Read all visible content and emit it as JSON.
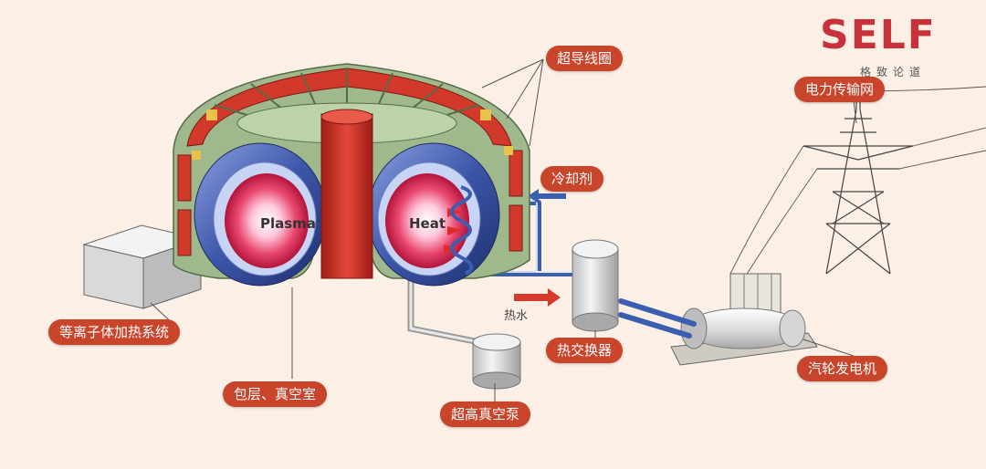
{
  "brand": {
    "logo": "SELF",
    "slogan": "格致论道",
    "accent": "#c8323a"
  },
  "labels": {
    "superconducting_coil": "超导线圈",
    "power_grid": "电力传输网",
    "coolant": "冷却剂",
    "plasma_heating": "等离子体加热系统",
    "blanket_vacuum": "包层、真空室",
    "vacuum_pump": "超高真空泵",
    "heat_exchanger": "热交换器",
    "turbine_generator": "汽轮发电机"
  },
  "diagram_text": {
    "plasma": "Plasma",
    "heat": "Heat",
    "hot_water": "热水"
  },
  "colors": {
    "background": "#fbefe6",
    "label_bg": "#c8442b",
    "reactor_green": "#9fb98d",
    "coil_red": "#c8322a",
    "vessel_blue": "#3a4f9a",
    "pipe_blue": "#3b5fb0"
  }
}
